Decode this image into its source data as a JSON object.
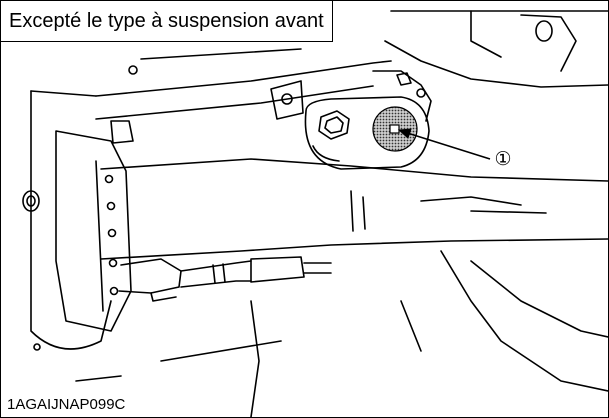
{
  "figure": {
    "title": "Excepté le type à suspension avant",
    "callout_label": "①",
    "figure_code": "1AGAIJNAP099C"
  },
  "colors": {
    "line": "#000000",
    "background": "#ffffff",
    "highlight_fill": "#9a9a9a"
  }
}
